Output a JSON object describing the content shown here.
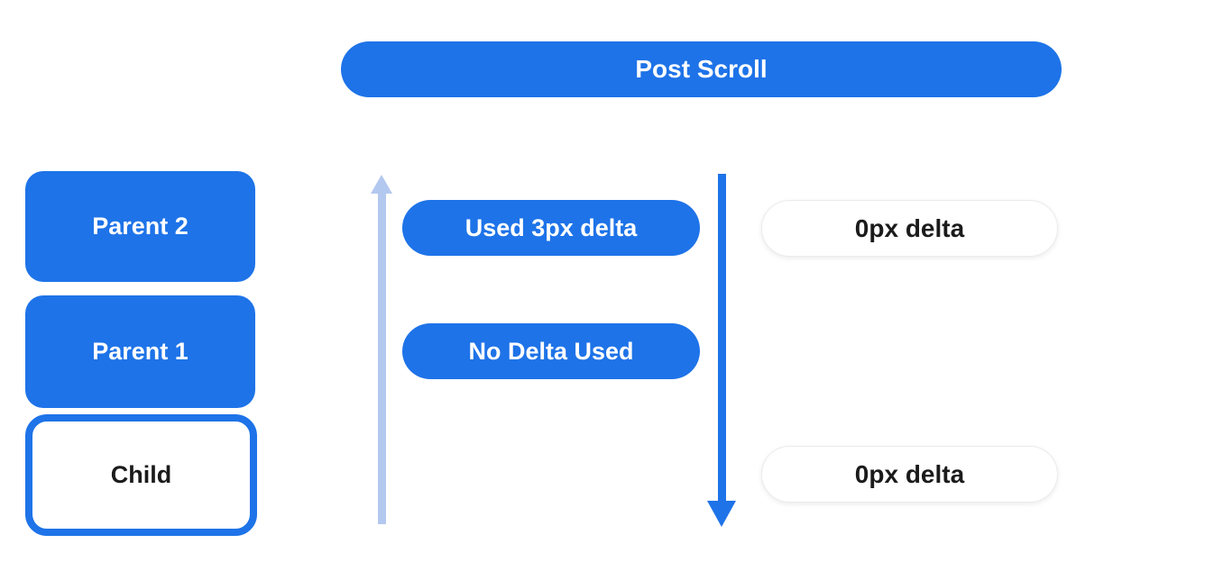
{
  "colors": {
    "primary_blue": "#1e73e8",
    "light_blue_arrow": "#b3c8ef",
    "white_pill_background": "#ffffff",
    "dark_text": "#1b1b1b",
    "white_text": "#ffffff"
  },
  "header": {
    "title": "Post Scroll"
  },
  "nodes": {
    "parent2": {
      "label": "Parent 2"
    },
    "parent1": {
      "label": "Parent 1"
    },
    "child": {
      "label": "Child"
    }
  },
  "delta_column": {
    "parent2_row": {
      "label": "Used 3px delta"
    },
    "parent1_row": {
      "label": "No Delta Used"
    }
  },
  "result_column": {
    "parent2_row": {
      "label": "0px delta"
    },
    "child_row": {
      "label": "0px delta"
    }
  },
  "icons": {
    "up_arrow": "up-arrow",
    "down_arrow": "down-arrow"
  }
}
